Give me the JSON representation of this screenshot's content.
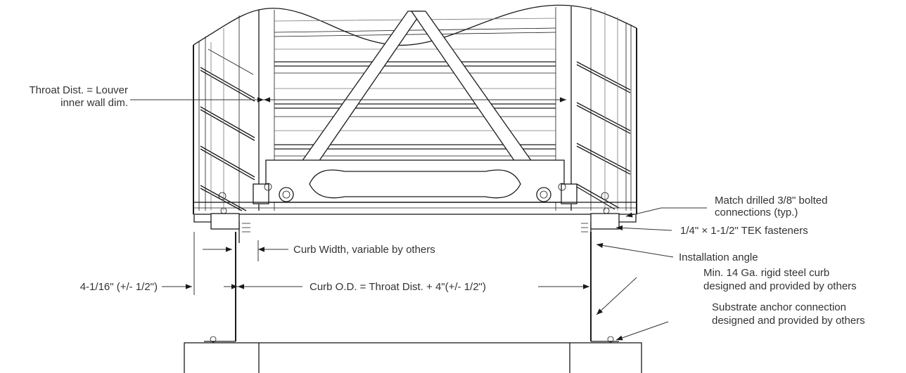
{
  "labels": {
    "throat_line1": "Throat Dist. = Louver",
    "throat_line2": "inner wall dim.",
    "bolted_line1": "Match drilled 3/8\" bolted",
    "bolted_line2": "connections (typ.)",
    "tek": "1/4\" × 1-1/2\" TEK fasteners",
    "curb_width": "Curb Width, variable by others",
    "install_angle": "Installation angle",
    "curb_steel_line1": "Min. 14 Ga. rigid steel curb",
    "curb_steel_line2": "designed and provided by others",
    "offset": "4-1/16\" (+/- 1/2\")",
    "curb_od": "Curb O.D. = Throat Dist. + 4\"(+/- 1/2\")",
    "anchor_line1": "Substrate anchor connection",
    "anchor_line2": "designed and provided by others"
  }
}
